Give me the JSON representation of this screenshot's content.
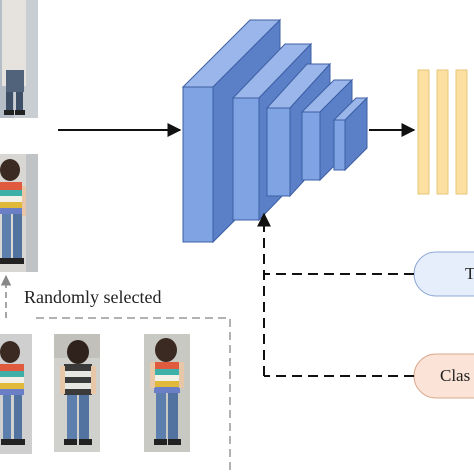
{
  "labels": {
    "randomly_selected": "Randomly selected",
    "pill_top": "T",
    "pill_bottom": "Clas"
  },
  "colors": {
    "cnn_block": "#7fa3e3",
    "cnn_block_dark": "#5b80c8",
    "cnn_outline": "#3d5fa3",
    "feature_bar": "#fbe0a2",
    "feature_bar_border": "#e9c67a",
    "pill_top_fill": "#e6eefb",
    "pill_top_border": "#8ea8d4",
    "pill_bottom_fill": "#fbe3d7",
    "pill_bottom_border": "#d9a88c",
    "arrow": "#111111",
    "dashed_box": "#999999"
  },
  "images": [
    {
      "name": "person-photo-top-crop"
    },
    {
      "name": "person-photo-middle"
    },
    {
      "name": "person-photo-sample-1"
    },
    {
      "name": "person-photo-sample-2"
    },
    {
      "name": "person-photo-sample-3"
    }
  ]
}
